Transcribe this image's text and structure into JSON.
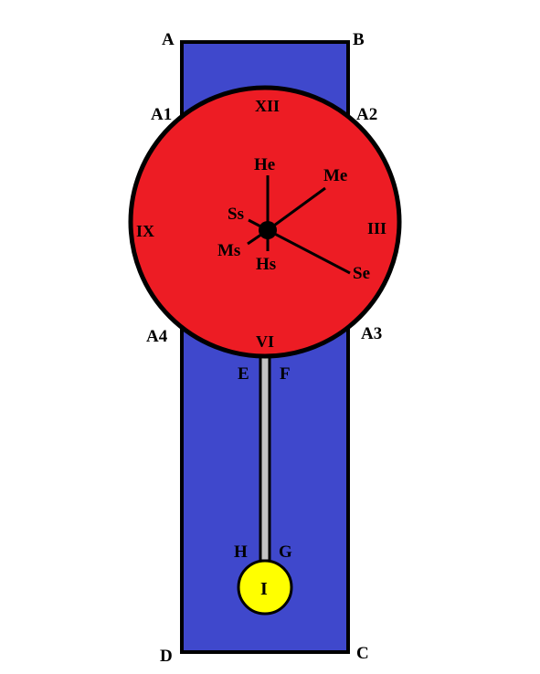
{
  "colors": {
    "board": "#3f48cc",
    "dial": "#ed1c24",
    "rod": "#c3c3c3",
    "bob": "#ffff00",
    "outline": "#000000"
  },
  "corners": {
    "A": "A",
    "B": "B",
    "C": "C",
    "D": "D"
  },
  "circle_points": {
    "A1": "A1",
    "A2": "A2",
    "A3": "A3",
    "A4": "A4"
  },
  "numerals": {
    "twelve": "XII",
    "three": "III",
    "six": "VI",
    "nine": "IX"
  },
  "hands": {
    "hour_end": "He",
    "hour_start": "Hs",
    "minute_end": "Me",
    "minute_start": "Ms",
    "second_end": "Se",
    "second_start": "Ss"
  },
  "pendulum": {
    "E": "E",
    "F": "F",
    "G": "G",
    "H": "H",
    "bob": "I"
  }
}
